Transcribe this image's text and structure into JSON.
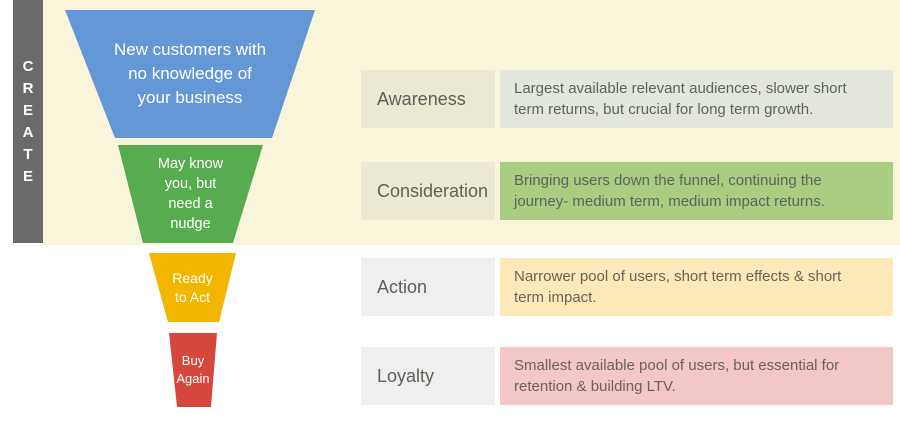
{
  "create_bar": {
    "word": "CREATE",
    "letters": [
      "C",
      "R",
      "E",
      "A",
      "T",
      "E"
    ]
  },
  "funnel": {
    "stages": [
      {
        "name": "awareness",
        "color": "#6497d6",
        "lines": [
          "New customers with",
          "no knowledge of",
          "your business"
        ]
      },
      {
        "name": "consideration",
        "color": "#58ac50",
        "lines": [
          "May know",
          "you, but",
          "need a",
          "nudge"
        ]
      },
      {
        "name": "action",
        "color": "#f2b600",
        "lines": [
          "Ready",
          "to Act"
        ]
      },
      {
        "name": "loyalty",
        "color": "#d6473e",
        "lines": [
          "Buy",
          "Again"
        ]
      }
    ]
  },
  "rows": [
    {
      "label": "Awareness",
      "lines": [
        "Largest available relevant audiences, slower short",
        "term returns, but crucial for long term growth."
      ]
    },
    {
      "label": "Consideration",
      "lines": [
        "Bringing users down the funnel, continuing the",
        "journey- medium term, medium impact returns."
      ]
    },
    {
      "label": "Action",
      "lines": [
        "Narrower pool of users, short term effects & short",
        "term impact."
      ]
    },
    {
      "label": "Loyalty",
      "lines": [
        "Smallest available pool of users, but essential for",
        "retention & building LTV."
      ]
    }
  ],
  "colors": {
    "background_cream": "#f9f5da",
    "create_bar_gray": "#6a6a6a",
    "awareness_blue": "#6497d6",
    "consideration_green": "#58ac50",
    "action_yellow": "#f2b600",
    "loyalty_red": "#d6473e",
    "label_box_beige": "#ebe8d3",
    "label_box_gray": "#f0eff0",
    "desc_awareness_bg": "#e2e6dd",
    "desc_consideration_bg": "#aacd82",
    "desc_action_bg": "#fce9b8",
    "desc_loyalty_bg": "#f3c6c8",
    "funnel_text": "#ffffff",
    "body_text_gray": "#5e6157"
  }
}
